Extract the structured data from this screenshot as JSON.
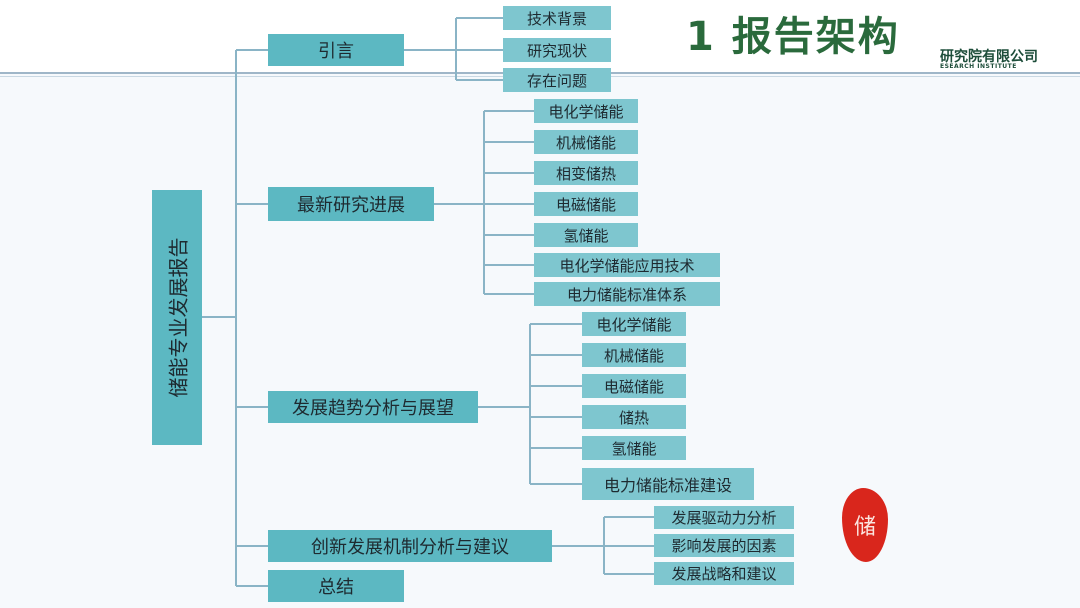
{
  "header": {
    "title": "1 报告架构",
    "logo_cn": "研究院有限公司",
    "logo_en": "ESEARCH INSTITUTE"
  },
  "colors": {
    "root": "#5cb8c2",
    "level1": "#5cb8c2",
    "level2": "#7ec6cf",
    "line": "#8ab4c6",
    "title": "#2a6a3c"
  },
  "tree": {
    "root": "储能专业发展报告",
    "sections": [
      {
        "label": "引言",
        "children": [
          "技术背景",
          "研究现状",
          "存在问题"
        ]
      },
      {
        "label": "最新研究进展",
        "children": [
          "电化学储能",
          "机械储能",
          "相变储热",
          "电磁储能",
          "氢储能",
          "电化学储能应用技术",
          "电力储能标准体系"
        ]
      },
      {
        "label": "发展趋势分析与展望",
        "children": [
          "电化学储能",
          "机械储能",
          "电磁储能",
          "储热",
          "氢储能",
          "电力储能标准建设"
        ]
      },
      {
        "label": "创新发展机制分析与建议",
        "children": [
          "发展驱动力分析",
          "影响发展的因素",
          "发展战略和建议"
        ]
      },
      {
        "label": "总结",
        "children": []
      }
    ]
  },
  "seal": {
    "text": "储"
  }
}
